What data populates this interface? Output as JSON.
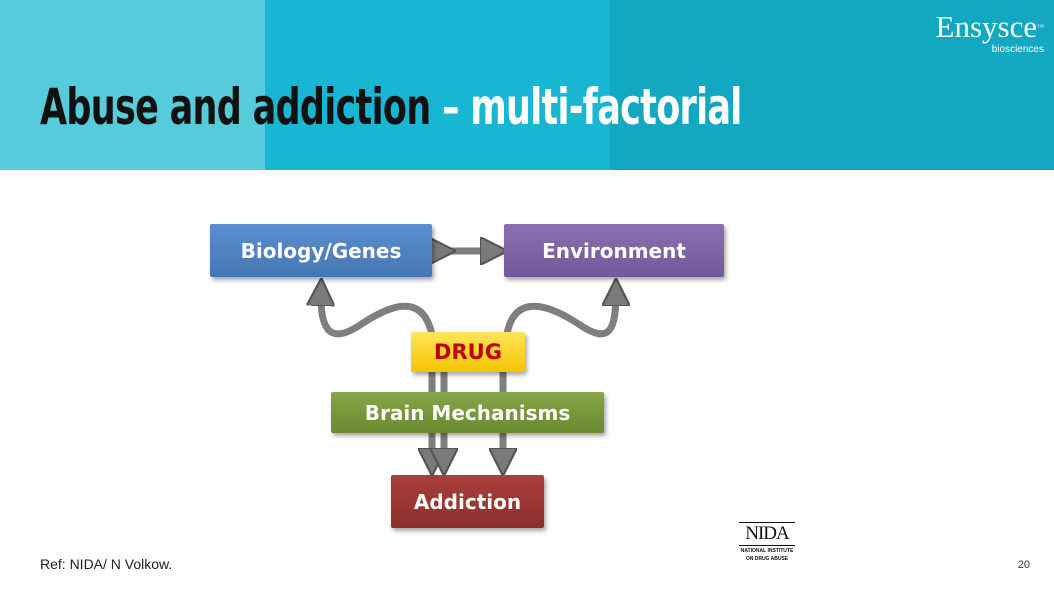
{
  "header": {
    "title_part1": "Abuse and addiction",
    "title_part2": " – multi-factorial",
    "logo": "Ensysce",
    "logo_tm": "™",
    "logo_sub": "biosciences"
  },
  "diagram": {
    "biology": "Biology/Genes",
    "environment": "Environment",
    "drug": "DRUG",
    "brain": "Brain Mechanisms",
    "addiction": "Addiction"
  },
  "footer": {
    "ref": "Ref: NIDA/ N Volkow.",
    "page": "20",
    "nida_logo": "NIDA",
    "nida_sub1": "NATIONAL INSTITUTE",
    "nida_sub2": "ON DRUG ABUSE"
  }
}
